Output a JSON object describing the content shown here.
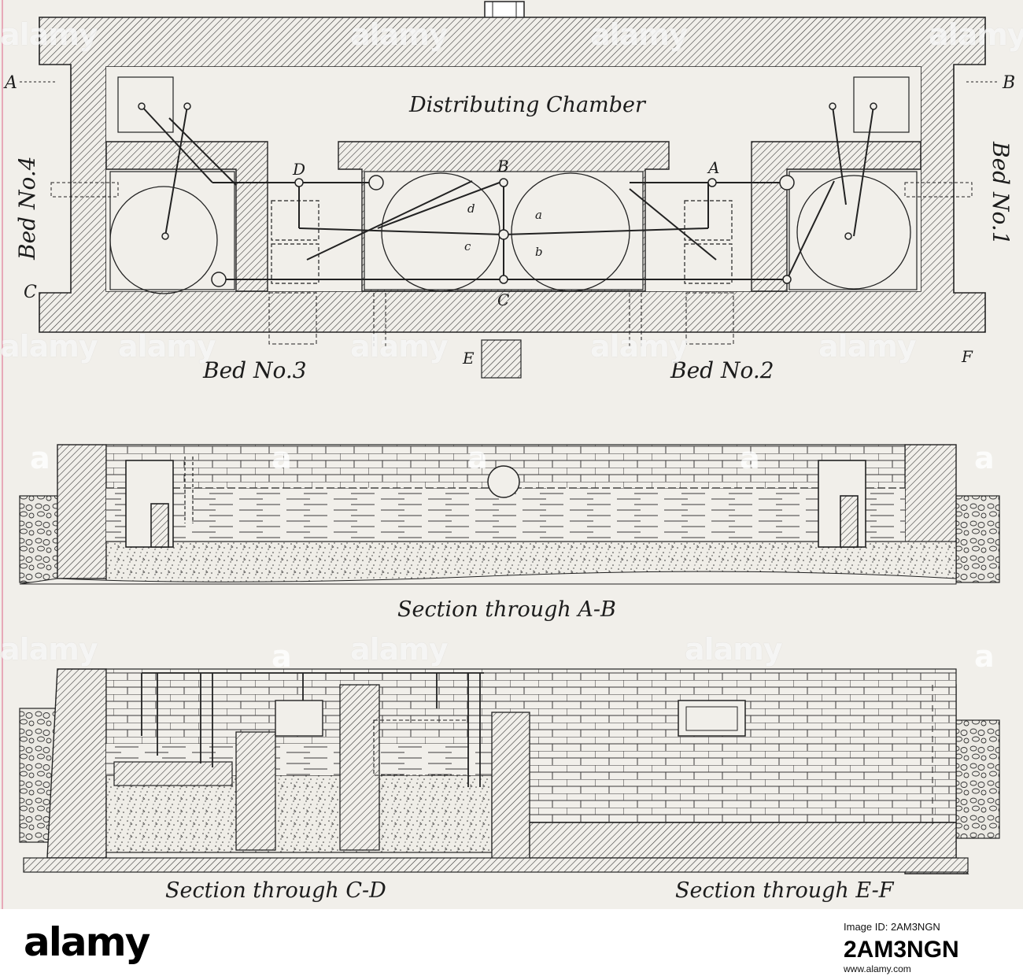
{
  "plan": {
    "chamber_label": "Distributing Chamber",
    "beds": {
      "bed1": "Bed No.1",
      "bed2": "Bed No.2",
      "bed3": "Bed No.3",
      "bed4": "Bed No.4"
    },
    "section_marks": {
      "A": "A",
      "B": "B",
      "C": "C",
      "D": "D",
      "E": "E",
      "F": "F"
    },
    "valve_letters": {
      "a": "a",
      "b": "b",
      "c": "c",
      "d": "d"
    }
  },
  "sections": {
    "ab": "Section through A-B",
    "cd": "Section through C-D",
    "ef": "Section through E-F"
  },
  "watermark": {
    "text": "alamy",
    "letter": "a"
  },
  "footer": {
    "brand": "alamy",
    "image_id_label": "Image ID: 2AM3NGN",
    "image_code": "2AM3NGN",
    "url": "www.alamy.com"
  },
  "colors": {
    "paper": "#f1efea",
    "ink": "#1c1c1c",
    "margin_line": "#e7a9b8"
  }
}
